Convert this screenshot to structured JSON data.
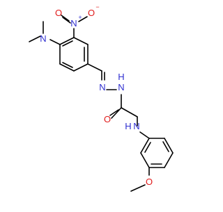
{
  "colors": {
    "carbon": "#000000",
    "nitrogen": "#2f2fd0",
    "oxygen": "#e01a1a",
    "background": "#ffffff"
  },
  "atoms": {
    "n_dimethyl": "N",
    "n_nitro": "N",
    "nitro_charge": "+",
    "o_nitro_double": "O",
    "o_nitro_single": "O",
    "nitro_o_charge": "−",
    "n_imine": "N",
    "n_hydrazide_nh": "N",
    "h_hydrazide": "H",
    "o_carbonyl": "O",
    "n_anilino": "N",
    "h_anilino": "H",
    "o_methoxy": "O"
  }
}
